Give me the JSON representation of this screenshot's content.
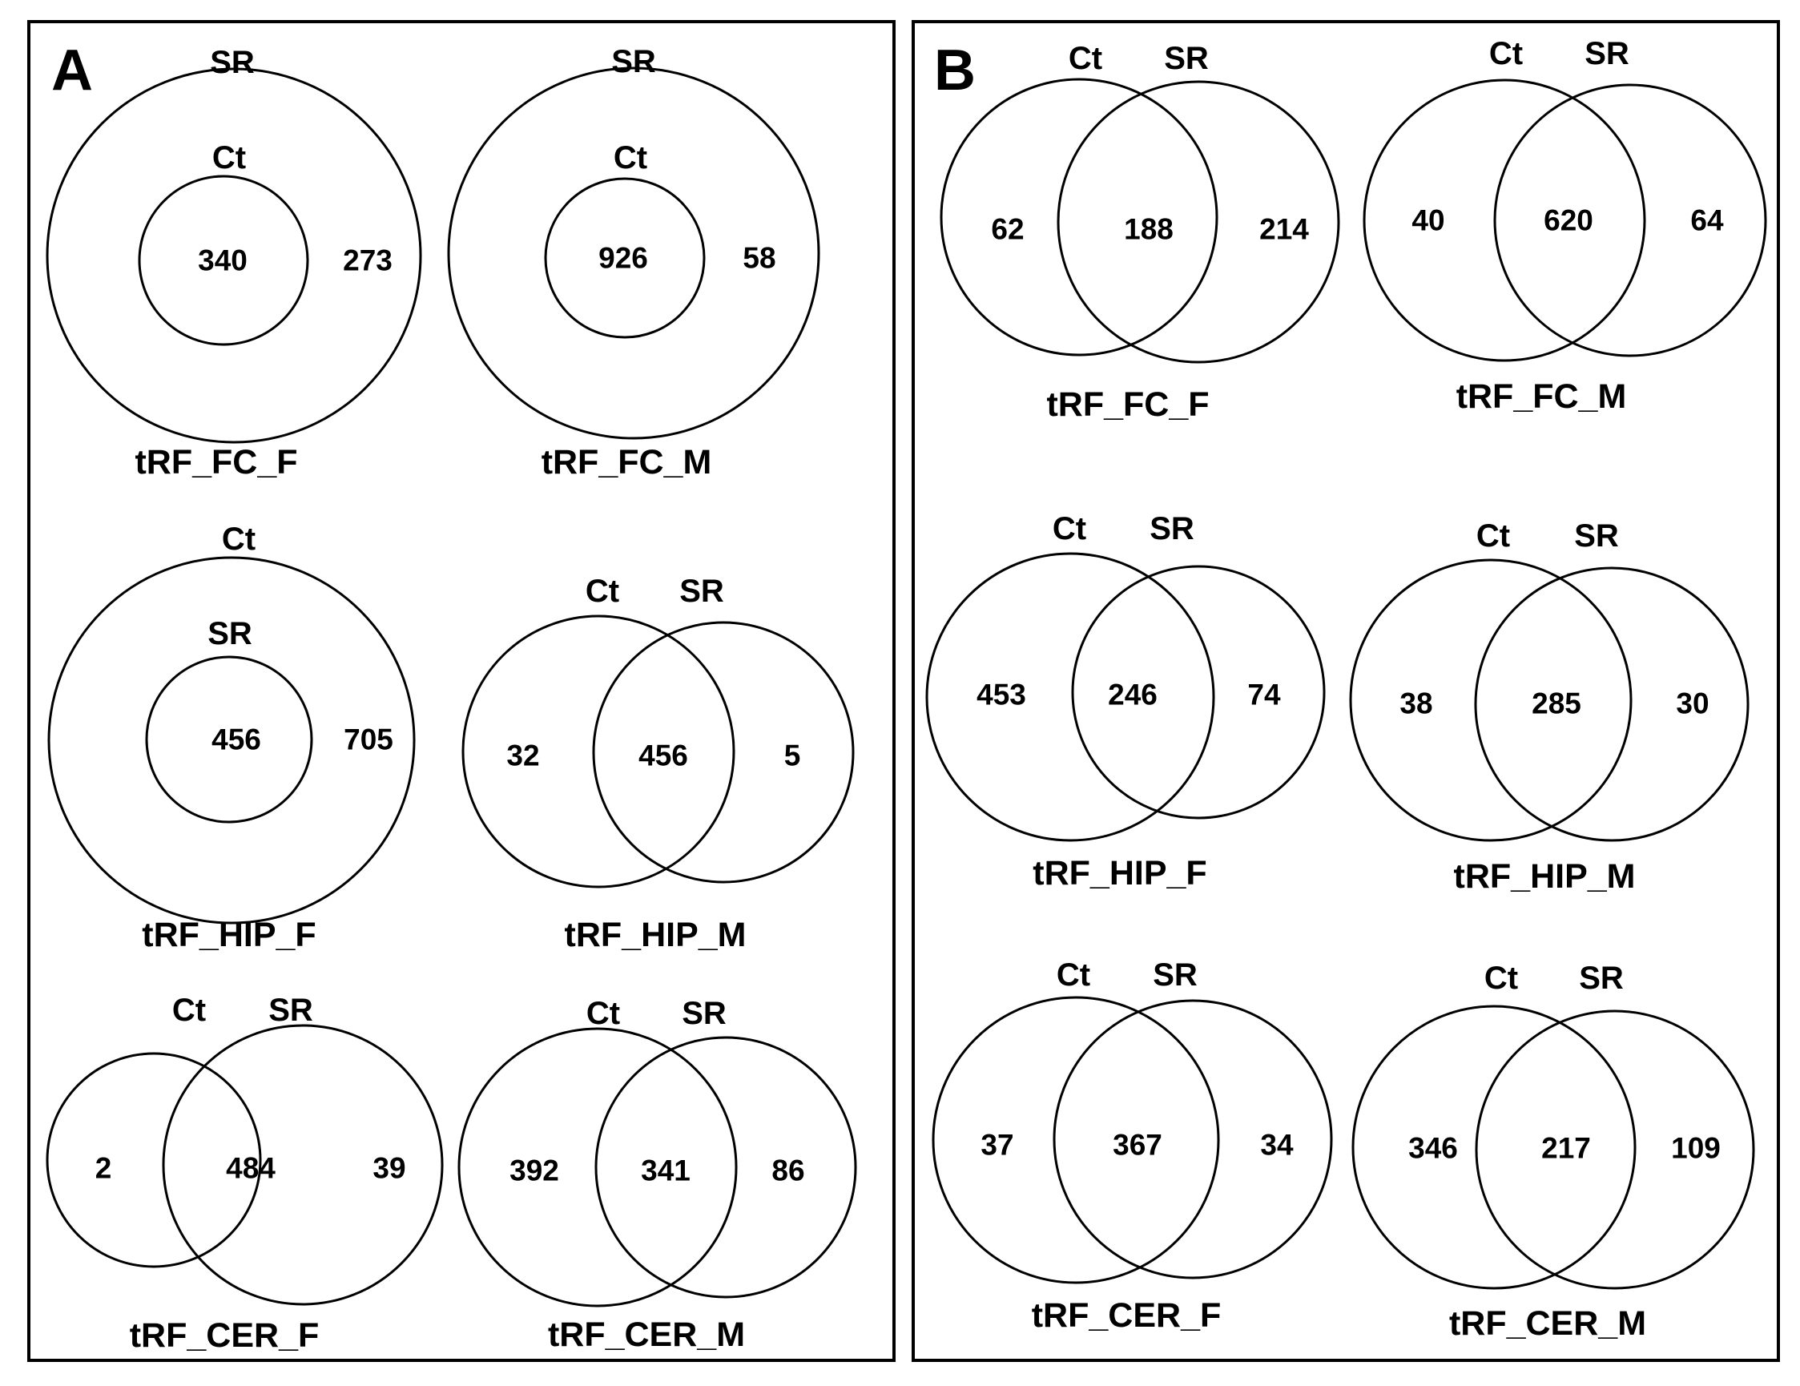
{
  "panels": [
    {
      "letter": "A",
      "diagrams": [
        {
          "title": "tRF_FC_F",
          "type": "nested",
          "outer": {
            "label": "SR",
            "count": "273"
          },
          "inner": {
            "label": "Ct",
            "count": "340"
          }
        },
        {
          "title": "tRF_FC_M",
          "type": "nested",
          "outer": {
            "label": "SR",
            "count": "58"
          },
          "inner": {
            "label": "Ct",
            "count": "926"
          }
        },
        {
          "title": "tRF_HIP_F",
          "type": "nested",
          "outer": {
            "label": "Ct",
            "count": "705"
          },
          "inner": {
            "label": "SR",
            "count": "456"
          }
        },
        {
          "title": "tRF_HIP_M",
          "type": "venn",
          "left": {
            "label": "Ct",
            "count": "32"
          },
          "both": "456",
          "right": {
            "label": "SR",
            "count": "5"
          }
        },
        {
          "title": "tRF_CER_F",
          "type": "venn",
          "left": {
            "label": "Ct",
            "count": "2"
          },
          "both": "484",
          "right": {
            "label": "SR",
            "count": "39"
          }
        },
        {
          "title": "tRF_CER_M",
          "type": "venn",
          "left": {
            "label": "Ct",
            "count": "392"
          },
          "both": "341",
          "right": {
            "label": "SR",
            "count": "86"
          }
        }
      ]
    },
    {
      "letter": "B",
      "diagrams": [
        {
          "title": "tRF_FC_F",
          "type": "venn",
          "left": {
            "label": "Ct",
            "count": "62"
          },
          "both": "188",
          "right": {
            "label": "SR",
            "count": "214"
          }
        },
        {
          "title": "tRF_FC_M",
          "type": "venn",
          "left": {
            "label": "Ct",
            "count": "40"
          },
          "both": "620",
          "right": {
            "label": "SR",
            "count": "64"
          }
        },
        {
          "title": "tRF_HIP_F",
          "type": "venn",
          "left": {
            "label": "Ct",
            "count": "453"
          },
          "both": "246",
          "right": {
            "label": "SR",
            "count": "74"
          }
        },
        {
          "title": "tRF_HIP_M",
          "type": "venn",
          "left": {
            "label": "Ct",
            "count": "38"
          },
          "both": "285",
          "right": {
            "label": "SR",
            "count": "30"
          }
        },
        {
          "title": "tRF_CER_F",
          "type": "venn",
          "left": {
            "label": "Ct",
            "count": "37"
          },
          "both": "367",
          "right": {
            "label": "SR",
            "count": "34"
          }
        },
        {
          "title": "tRF_CER_M",
          "type": "venn",
          "left": {
            "label": "Ct",
            "count": "346"
          },
          "both": "217",
          "right": {
            "label": "SR",
            "count": "109"
          }
        }
      ]
    }
  ]
}
